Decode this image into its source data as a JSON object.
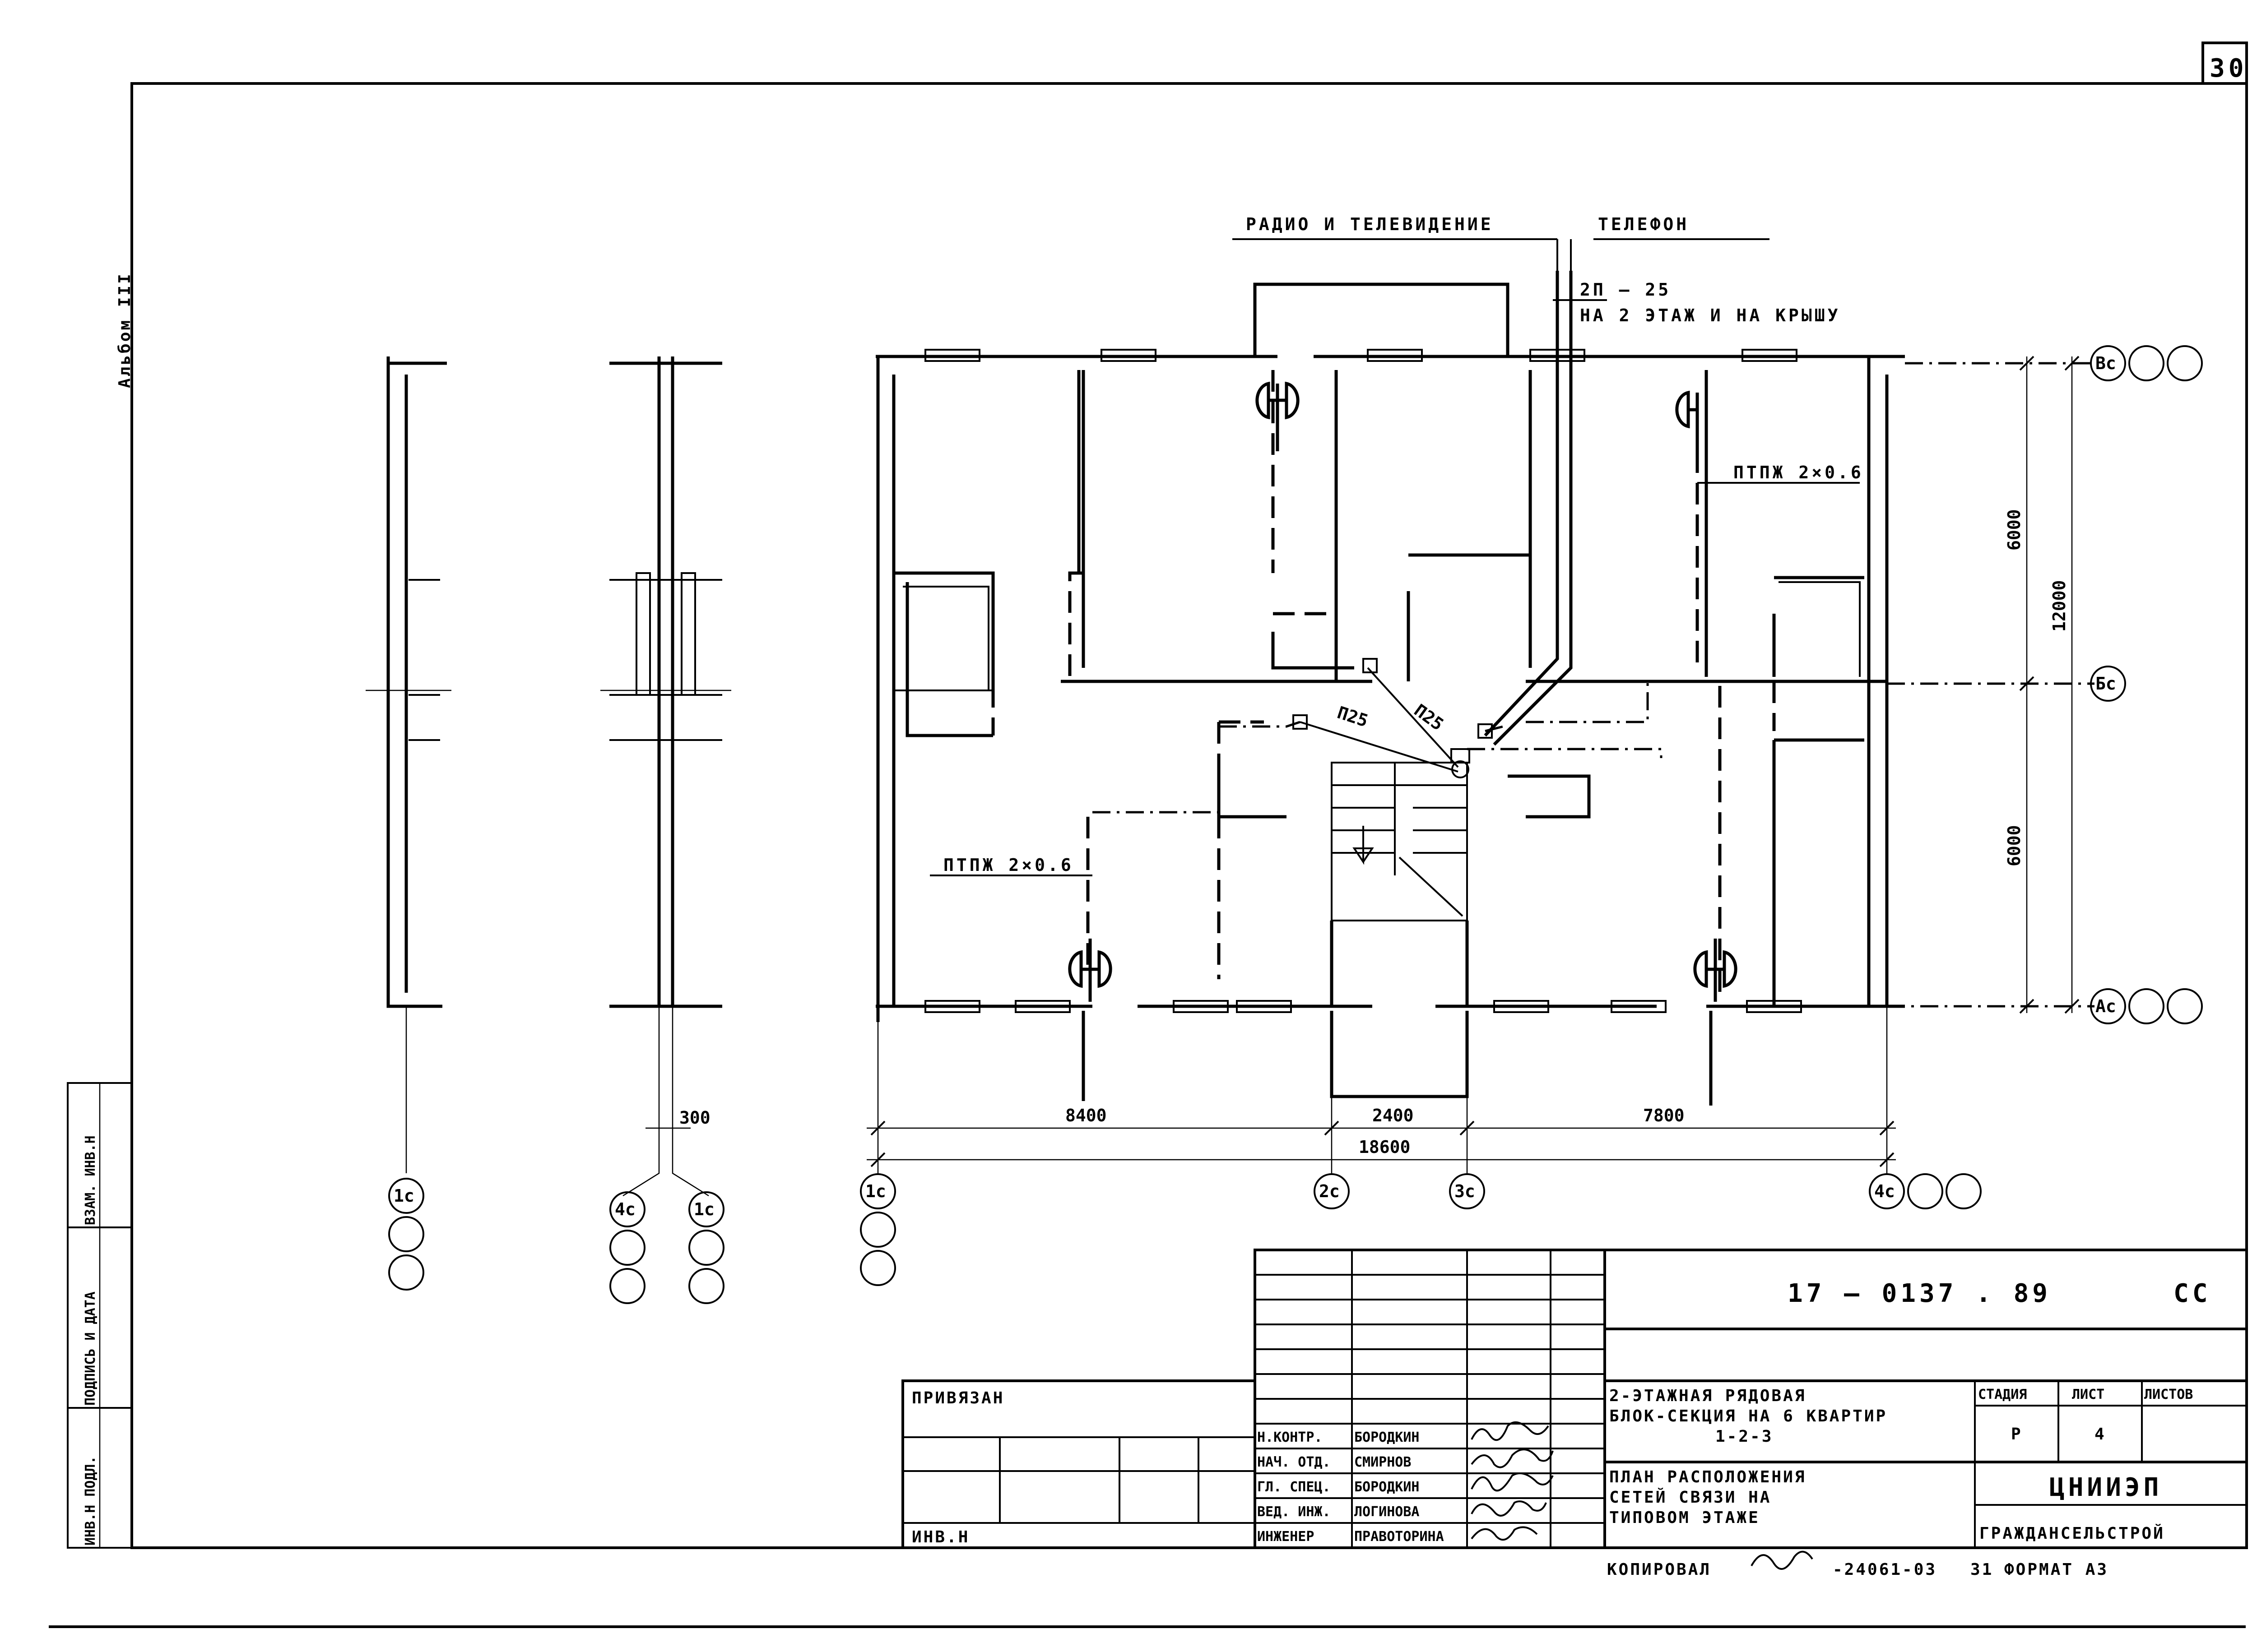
{
  "sheet_number": "30",
  "album": "Альбом III",
  "labels": {
    "radio_tv": "РАДИО И ТЕЛЕВИДЕНИЕ",
    "phone": "ТЕЛЕФОН",
    "cable": "2П – 25",
    "cable_route": "НА 2 ЭТАЖ И НА КРЫШУ",
    "ptpzh_right": "ПТПЖ 2×0.6",
    "ptpzh_left": "ПТПЖ 2×0.6",
    "p25_a": "П25",
    "p25_b": "П25"
  },
  "dimensions": {
    "d6000_top": "6000",
    "d12000": "12000",
    "d6000_bot": "6000",
    "d8400": "8400",
    "d2400": "2400",
    "d7800": "7800",
    "d18600": "18600",
    "d300": "300"
  },
  "axes": {
    "vc": "Вс",
    "bc": "Бс",
    "ac": "Ас",
    "c1_a": "1с",
    "c4_b": "4с",
    "c1_b": "1с",
    "c1_c": "1с",
    "c2": "2с",
    "c3": "3с",
    "c4": "4с"
  },
  "stamp": {
    "side_cols": [
      "ИНВ.Н ПОДЛ.",
      "ПОДПИСЬ И ДАТА",
      "ВЗАМ. ИНВ.Н"
    ],
    "privyazan": "ПРИВЯЗАН",
    "inv_n": "ИНВ.Н",
    "doc_code": "17 – 0137 . 89",
    "doc_mark": "СС",
    "title1": "2-ЭТАЖНАЯ РЯДОВАЯ",
    "title2": "БЛОК-СЕКЦИЯ НА 6 КВАРТИР",
    "title3": "1-2-3",
    "sheet_title1": "ПЛАН РАСПОЛОЖЕНИЯ",
    "sheet_title2": "СЕТЕЙ СВЯЗИ НА",
    "sheet_title3": "ТИПОВОМ ЭТАЖЕ",
    "stage_h": "СТАДИЯ",
    "sheet_h": "ЛИСТ",
    "sheets_h": "ЛИСТОВ",
    "stage": "Р",
    "sheet": "4",
    "org1": "ЦНИИЭП",
    "org2": "ГРАЖДАНСЕЛЬСТРОЙ",
    "roles": [
      "Н.КОНТР.",
      "НАЧ. ОТД.",
      "ГЛ. СПЕЦ.",
      "ВЕД. ИНЖ.",
      "ИНЖЕНЕР"
    ],
    "names": [
      "БОРОДКИН",
      "СМИРНОВ",
      "БОРОДКИН",
      "ЛОГИНОВА",
      "ПРАВОТОРИНА"
    ],
    "copied": "КОПИРОВАЛ",
    "order": "-24061-03",
    "sheet_no": "31",
    "format": "ФОРМАТ А3"
  }
}
